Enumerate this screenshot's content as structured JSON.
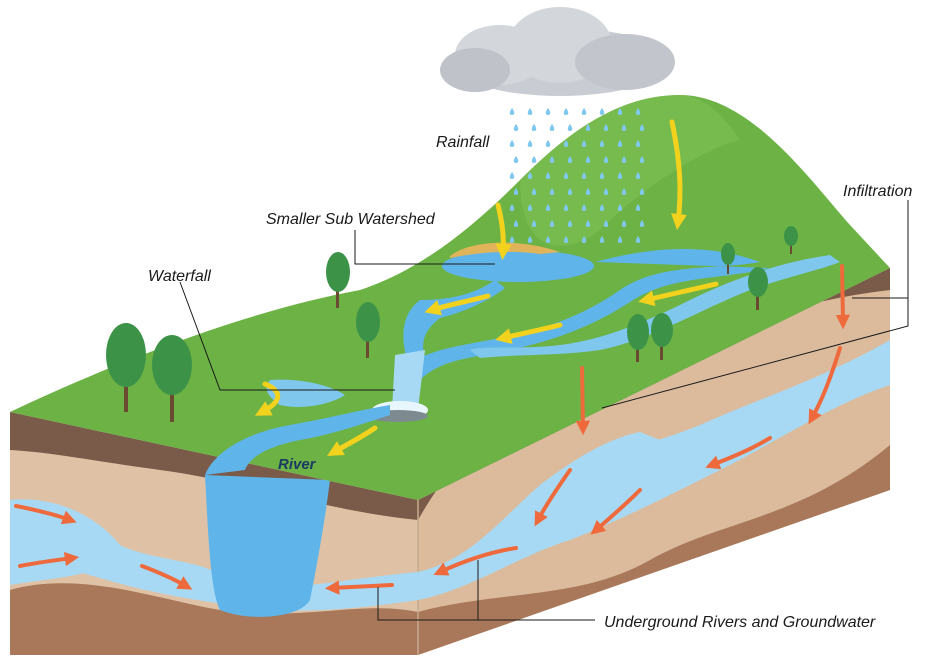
{
  "labels": {
    "rainfall": "Rainfall",
    "sub_watershed": "Smaller Sub Watershed",
    "waterfall": "Waterfall",
    "infiltration": "Infiltration",
    "river": "River",
    "groundwater": "Underground Rivers and Groundwater"
  },
  "colors": {
    "sky_cloud": "#c9cdd3",
    "grass": "#6cb245",
    "soil_dark": "#7a5a48",
    "soil_light": "#dfc2a6",
    "soil_deep": "#a9785a",
    "water": "#5fb5ea",
    "water_light": "#a8d9f4",
    "surface_flow_arrow": "#f3d21e",
    "groundwater_arrow": "#ee6a3c",
    "tree": "#3c9348"
  },
  "icons": {
    "cloud": "rain-cloud-icon",
    "tree": "tree-icon"
  }
}
